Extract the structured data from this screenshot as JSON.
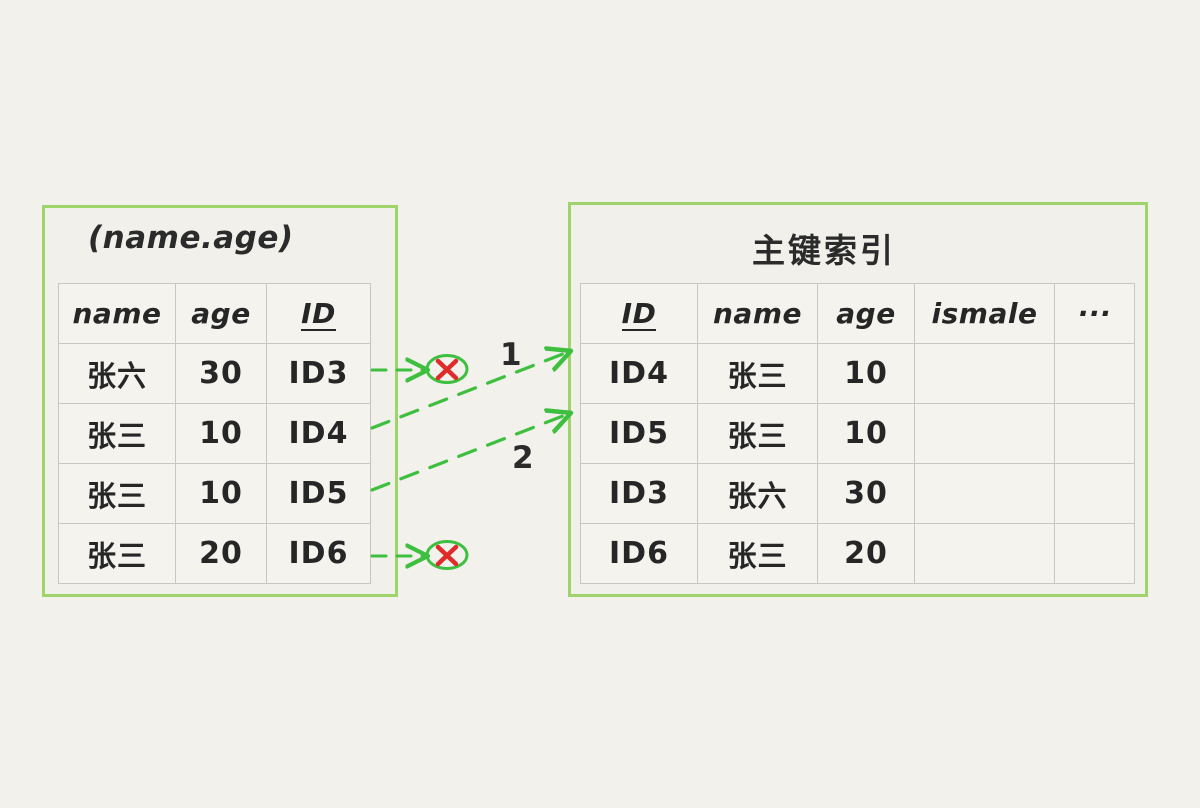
{
  "background_color": "#f2f1ec",
  "accent_color": "#9ed46b",
  "arrow_color": "#3fbf3f",
  "cross_color": "#e02b2b",
  "text_color": "#262626",
  "grid_border_color": "#c9c7c0",
  "left_panel": {
    "title": "(name.age)",
    "table": {
      "headers": [
        "name",
        "age",
        "ID"
      ],
      "header_underlined": [
        false,
        false,
        true
      ],
      "rows": [
        [
          "张六",
          "30",
          "ID3"
        ],
        [
          "张三",
          "10",
          "ID4"
        ],
        [
          "张三",
          "10",
          "ID5"
        ],
        [
          "张三",
          "20",
          "ID6"
        ]
      ]
    }
  },
  "right_panel": {
    "title": "主键索引",
    "table": {
      "headers": [
        "ID",
        "name",
        "age",
        "ismale",
        "···"
      ],
      "header_underlined": [
        true,
        false,
        false,
        false,
        false
      ],
      "rows": [
        [
          "ID4",
          "张三",
          "10",
          "",
          ""
        ],
        [
          "ID5",
          "张三",
          "10",
          "",
          ""
        ],
        [
          "ID3",
          "张六",
          "30",
          "",
          ""
        ],
        [
          "ID6",
          "张三",
          "20",
          "",
          ""
        ]
      ]
    }
  },
  "annotations": {
    "step_labels": [
      "1",
      "2"
    ],
    "cross_marks": [
      "✕",
      "✕"
    ]
  }
}
